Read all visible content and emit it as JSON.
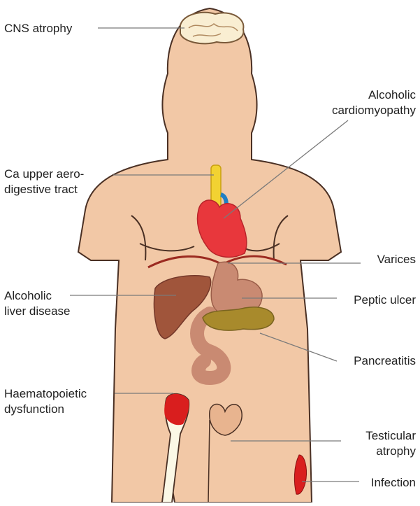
{
  "colors": {
    "skin": "#f2c8a6",
    "skin_outline": "#4a3024",
    "heart": "#e8373c",
    "liver": "#a0553b",
    "stomach": "#c98a72",
    "pancreas": "#a88a2c",
    "bone_marrow": "#d91e1e",
    "bone": "#fbf8e6",
    "leader_line": "#7a7a7a"
  },
  "labels": {
    "cns": "CNS atrophy",
    "cardio_1": "Alcoholic",
    "cardio_2": "cardiomyopathy",
    "ca_1": "Ca upper aero-",
    "ca_2": "digestive tract",
    "varices": "Varices",
    "liver_1": "Alcoholic",
    "liver_2": "liver disease",
    "peptic": "Peptic ulcer",
    "pancreatitis": "Pancreatitis",
    "haem_1": "Haematopoietic",
    "haem_2": "dysfunction",
    "testicular_1": "Testicular",
    "testicular_2": "atrophy",
    "infection": "Infection"
  }
}
